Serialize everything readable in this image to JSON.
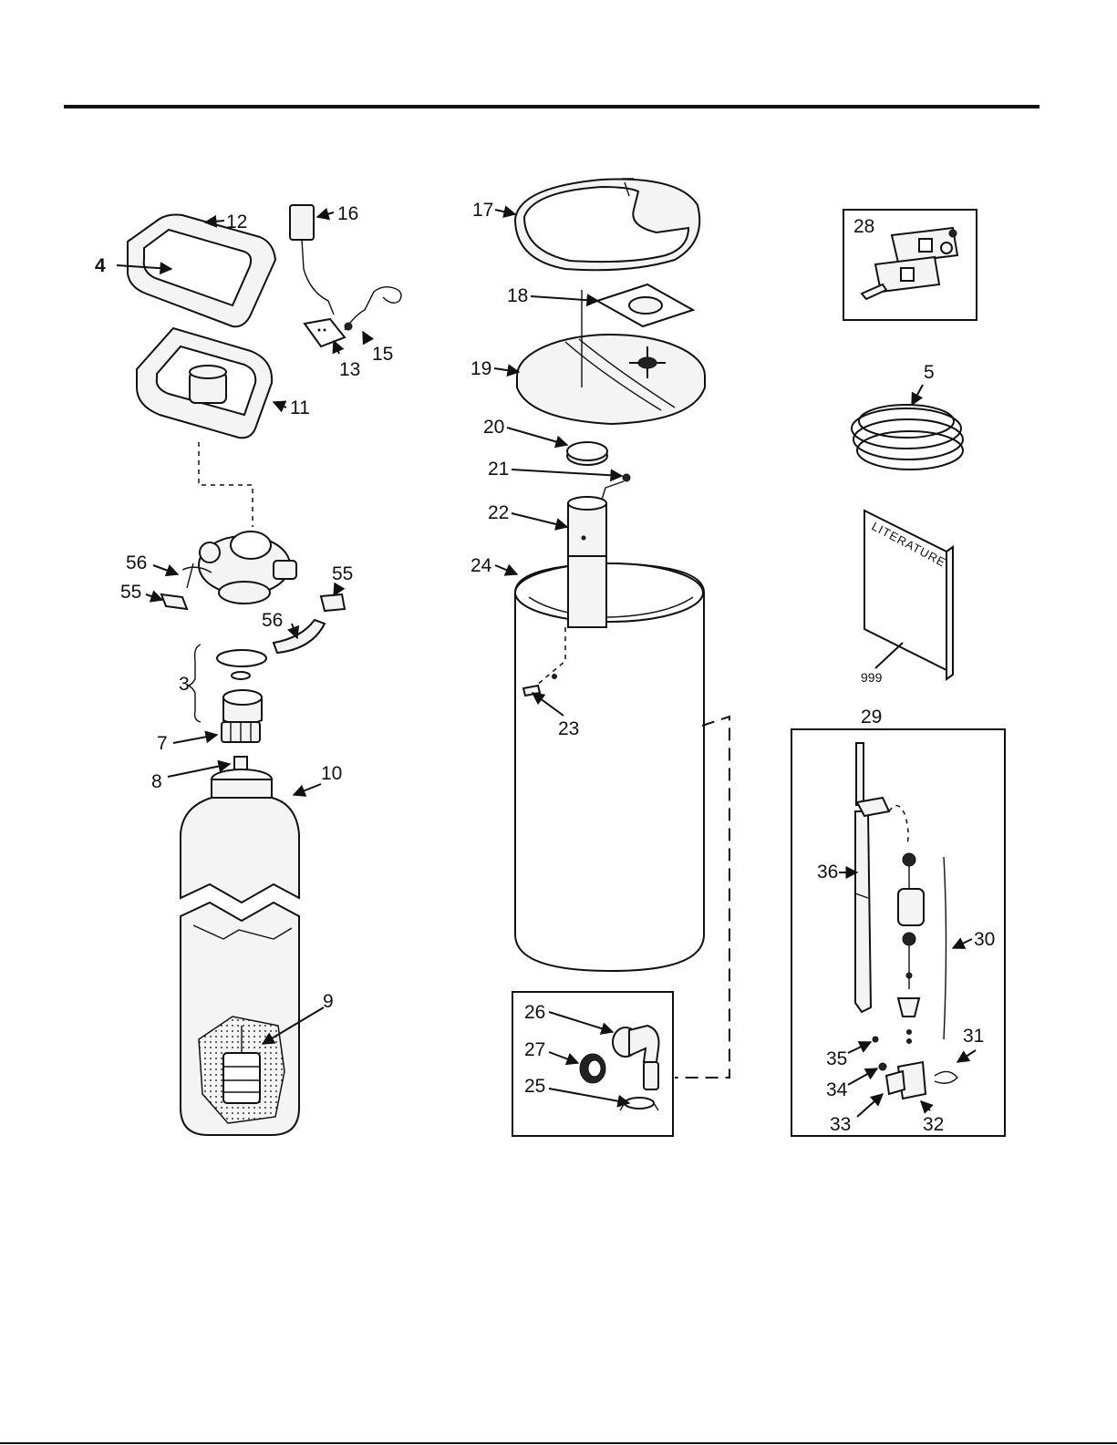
{
  "labels": {
    "l4": "4",
    "l12": "12",
    "l16": "16",
    "l13": "13",
    "l15": "15",
    "l11": "11",
    "l56a": "56",
    "l55a": "55",
    "l55b": "55",
    "l56b": "56",
    "l3": "3",
    "l7": "7",
    "l8": "8",
    "l10": "10",
    "l9": "9",
    "l17": "17",
    "l18": "18",
    "l19": "19",
    "l20": "20",
    "l21": "21",
    "l22": "22",
    "l24": "24",
    "l23": "23",
    "l26": "26",
    "l27": "27",
    "l25": "25",
    "l28": "28",
    "l5": "5",
    "l999": "999",
    "l29": "29",
    "l36": "36",
    "l30": "30",
    "l31": "31",
    "l35": "35",
    "l34": "34",
    "l33": "33",
    "l32": "32"
  },
  "literature_text": "LITERATURE"
}
